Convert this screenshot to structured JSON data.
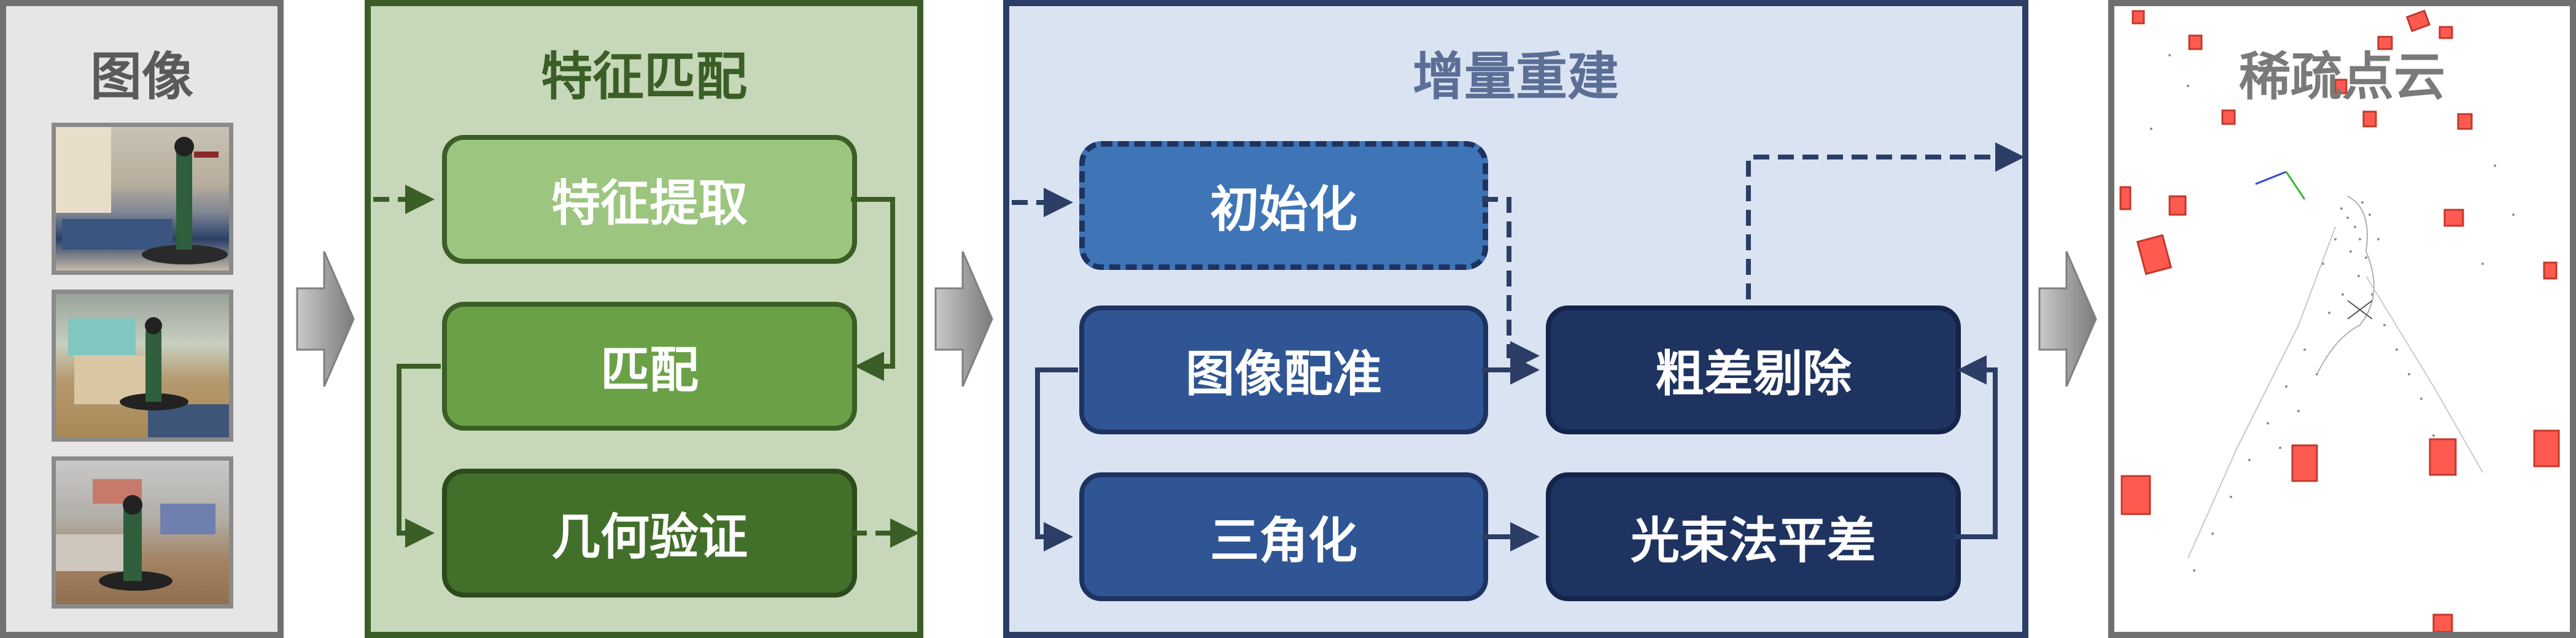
{
  "panels": {
    "images": {
      "title": "图像"
    },
    "matching": {
      "title": "特征匹配",
      "nodes": {
        "extract": "特征提取",
        "match": "匹配",
        "verify": "几何验证"
      }
    },
    "recon": {
      "title": "增量重建",
      "nodes": {
        "init": "初始化",
        "register": "图像配准",
        "triangulate": "三角化",
        "outlier": "粗差剔除",
        "ba": "光束法平差"
      }
    },
    "cloud": {
      "title": "稀疏点云"
    }
  },
  "colors": {
    "matching_border": "#3b5e26",
    "matching_bg": "#c6d8b9",
    "recon_border": "#2c3e66",
    "recon_bg": "#dae3f2",
    "light_green": "#9cc57f",
    "mid_green": "#6aa147",
    "dark_green": "#426f2a",
    "light_blue": "#3f74b7",
    "mid_blue": "#2f5594",
    "dark_blue": "#1e3360",
    "camera_red": "#ff5a4f"
  }
}
